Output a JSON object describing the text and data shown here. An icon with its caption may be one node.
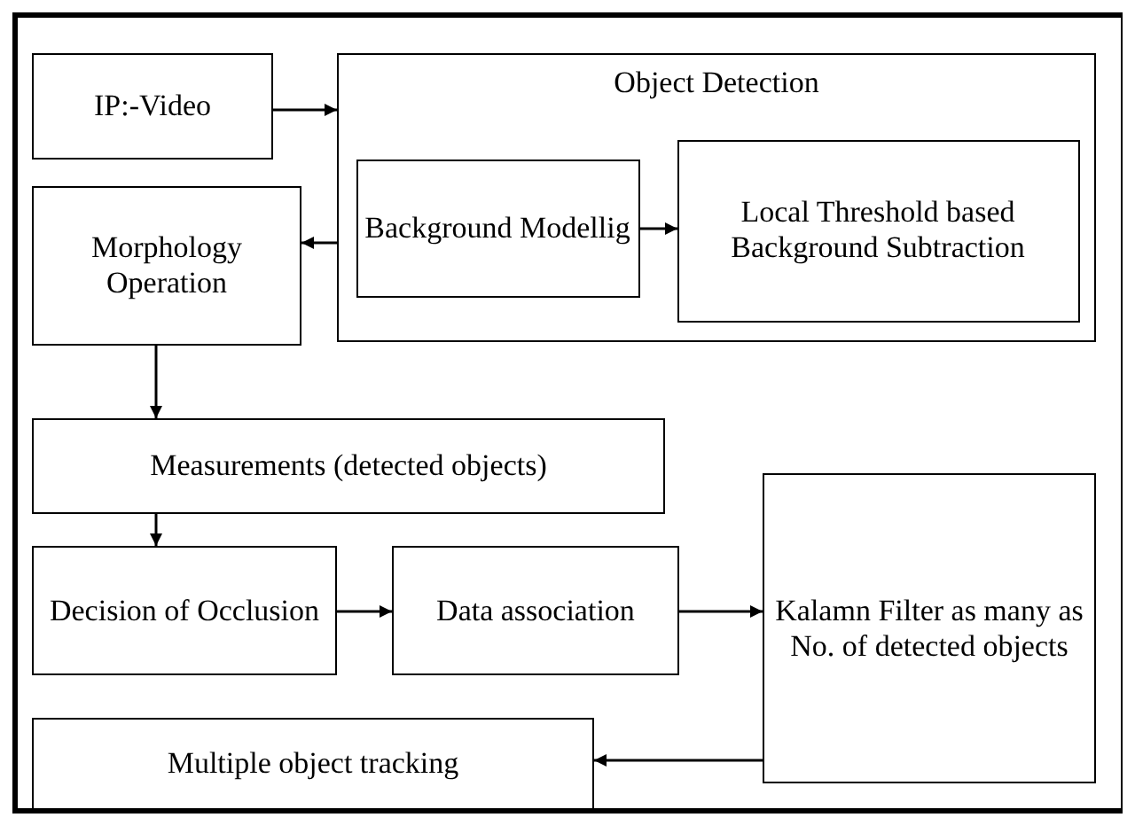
{
  "diagram": {
    "nodes": [
      {
        "text": [
          "IP:-Video"
        ]
      },
      {
        "text": [
          "Object Detection"
        ]
      },
      {
        "text": [
          "Background Modellig"
        ],
        "in": 1
      },
      {
        "text": [
          "Local Threshold based Background Subtraction"
        ],
        "in": 1
      },
      {
        "text": [
          "Morphology Operation"
        ]
      },
      {
        "text": [
          "Measurements (detected objects)"
        ]
      },
      {
        "text": [
          "Decision of Occlusion"
        ]
      },
      {
        "text": [
          "Data association"
        ]
      },
      {
        "text": [
          "Kalamn Filter as many as No. of detected objects"
        ]
      },
      {
        "text": [
          "Multiple object tracking"
        ]
      }
    ],
    "edges": [
      {
        "from": 0,
        "to": 1,
        "arrow": "to"
      },
      {
        "from": 2,
        "to": 3,
        "arrow": "to"
      },
      {
        "from": 1,
        "to": 4,
        "arrow": "to"
      },
      {
        "from": 4,
        "to": 5,
        "arrow": "to"
      },
      {
        "from": 5,
        "to": 6,
        "arrow": "to"
      },
      {
        "from": 6,
        "to": 7,
        "arrow": "to"
      },
      {
        "from": 7,
        "to": 8,
        "arrow": "to"
      },
      {
        "from": 8,
        "to": 9,
        "arrow": "to"
      }
    ]
  }
}
